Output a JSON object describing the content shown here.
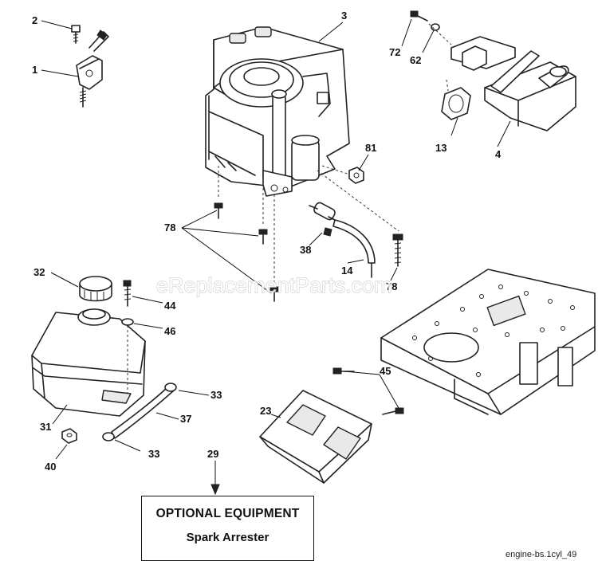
{
  "watermark": "eReplacementParts.com",
  "diagram_id": "engine-bs.1cyl_49",
  "optional_box": {
    "title": "OPTIONAL EQUIPMENT",
    "subtitle": "Spark Arrester"
  },
  "callouts": {
    "c2": "2",
    "c1": "1",
    "c3": "3",
    "c72": "72",
    "c62": "62",
    "c13": "13",
    "c4": "4",
    "c81": "81",
    "c78a": "78",
    "c38": "38",
    "c14": "14",
    "c78b": "78",
    "c32": "32",
    "c44": "44",
    "c46": "46",
    "c45": "45",
    "c31": "31",
    "c33a": "33",
    "c37": "37",
    "c23": "23",
    "c40": "40",
    "c33b": "33",
    "c29": "29"
  }
}
